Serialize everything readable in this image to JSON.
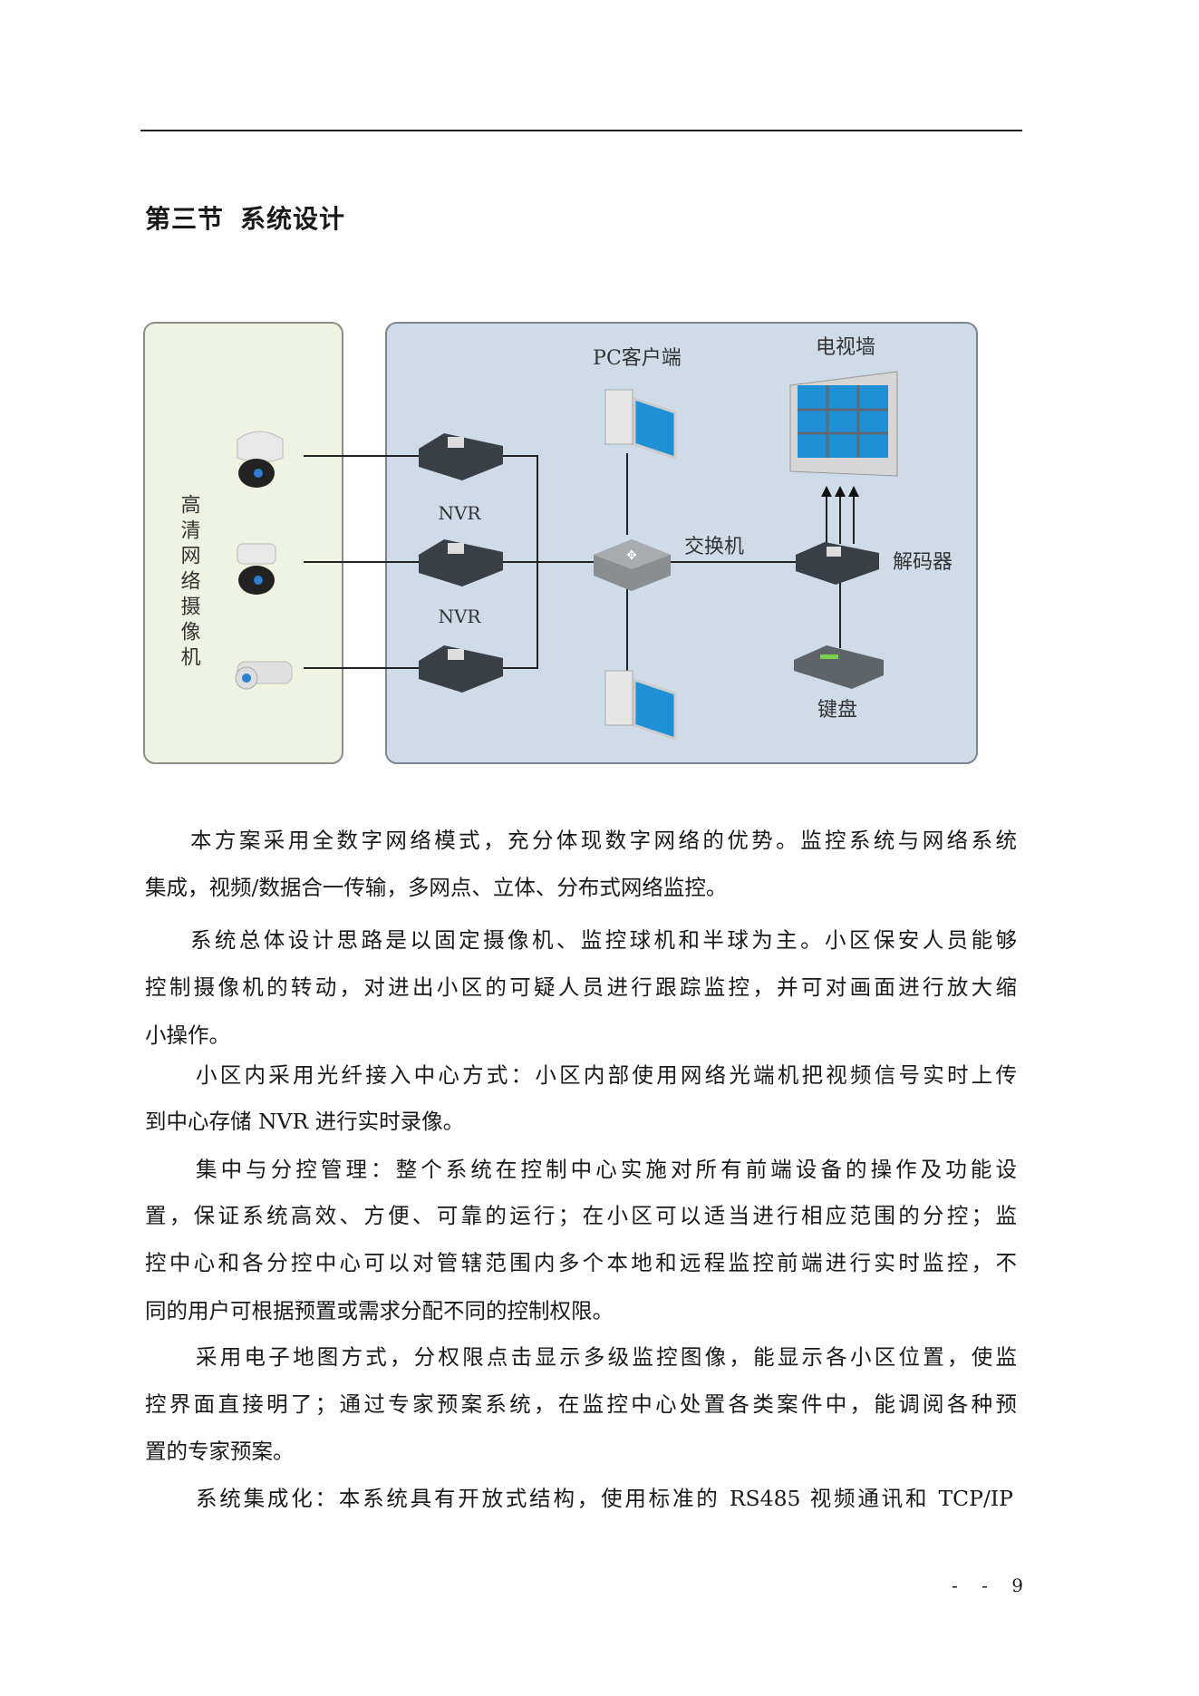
{
  "header": {
    "section_number": "第三节",
    "section_title": "系统设计"
  },
  "diagram": {
    "camera_group_label": "高清网络摄像机",
    "nvr_label_1": "NVR",
    "nvr_label_2": "NVR",
    "pc_client_label": "PC客户端",
    "switch_label": "交换机",
    "video_wall_label": "电视墙",
    "decoder_label": "解码器",
    "keyboard_label": "键盘",
    "colors": {
      "left_panel": "#eef3e2",
      "right_panel": "#cfdbe7",
      "screen": "#1f8fd6",
      "device": "#3a3f46"
    }
  },
  "paragraphs": [
    [
      "本方案采用全数字网络模式，充分体现数字网络的优势。监控系统与网络系统",
      "集成，视频/数据合一传输，多网点、立体、分布式网络监控。"
    ],
    [
      "系统总体设计思路是以固定摄像机、监控球机和半球为主。小区保安人员能够",
      "控制摄像机的转动，对进出小区的可疑人员进行跟踪监控，并可对画面进行放大缩",
      "小操作。"
    ],
    [
      "小区内采用光纤接入中心方式：小区内部使用网络光端机把视频信号实时上传",
      "到中心存储 NVR 进行实时录像。"
    ],
    [
      "集中与分控管理：整个系统在控制中心实施对所有前端设备的操作及功能设",
      "置，保证系统高效、方便、可靠的运行；在小区可以适当进行相应范围的分控；监",
      "控中心和各分控中心可以对管辖范围内多个本地和远程监控前端进行实时监控，不",
      "同的用户可根据预置或需求分配不同的控制权限。"
    ],
    [
      "采用电子地图方式，分权限点击显示多级监控图像，能显示各小区位置，使监",
      "控界面直接明了；通过专家预案系统，在监控中心处置各类案件中，能调阅各种预",
      "置的专家预案。"
    ],
    [
      "系统集成化：本系统具有开放式结构，使用标准的 RS485 视频通讯和 TCP/IP"
    ]
  ],
  "footer": {
    "page_number": "- - 9"
  }
}
